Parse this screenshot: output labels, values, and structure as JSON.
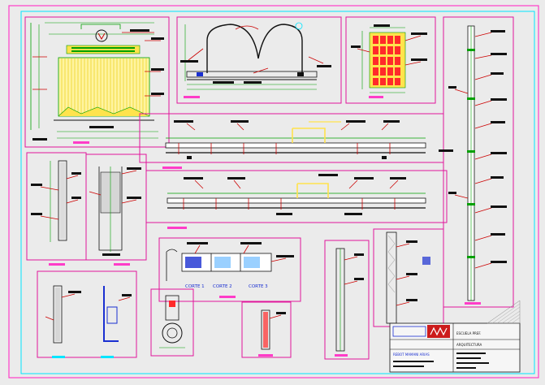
{
  "sheet": {
    "background": "#ebebeb",
    "colors": {
      "outer_border": "#ff3cc8",
      "inner_border": "#00e5ff",
      "panel_border": "#e0159b",
      "dimension": "#00a000",
      "annotation": "#cc0000",
      "section_fill": "#ffe34d",
      "detail_fill": "#ff2a2a",
      "steel_blue": "#1a2fd1",
      "text_black": "#111111"
    }
  },
  "panels": {
    "elevation_main": {
      "caption_icon": "title-marker"
    },
    "gate_elevation": {
      "caption_icon": "title-marker"
    },
    "grid_detail": {
      "caption_icon": "title-marker"
    },
    "long_section_upper": {
      "caption_icon": "title-marker"
    },
    "long_section_lower": {
      "caption_icon": "title-marker"
    },
    "corte_detail": {
      "labels": [
        "CORTE 1",
        "CORTE 2",
        "CORTE 3"
      ]
    }
  },
  "title_block": {
    "school_text": "ESCUELA  PREF.",
    "owner_text": "REBOT MAMANI ARIAS",
    "discipline_text": "ARQUITECTURA",
    "logo_icon": "institution-logo-icon"
  }
}
